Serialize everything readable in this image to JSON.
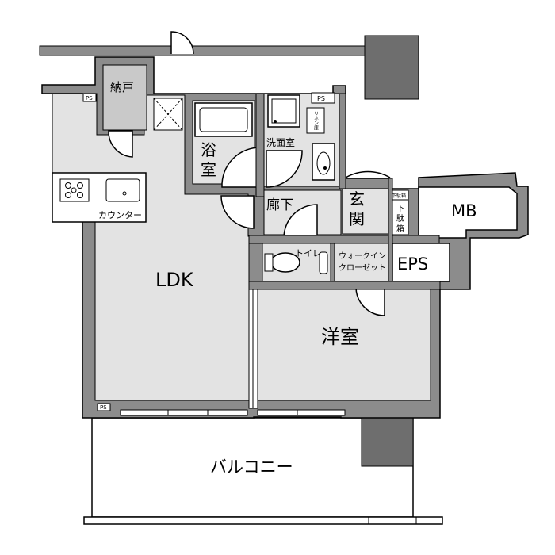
{
  "rooms": {
    "ldk": "LDK",
    "western_room": "洋室",
    "bath_1": "浴",
    "bath_2": "室",
    "washroom": "洗面室",
    "hallway": "廊下",
    "entrance_1": "玄",
    "entrance_2": "関",
    "storage": "納戸",
    "toilet": "トイレ",
    "walk_in_closet_1": "ウォークイン",
    "walk_in_closet_2": "クローゼット",
    "balcony": "バルコニー",
    "mb": "MB",
    "eps": "EPS",
    "counter": "カウンター"
  },
  "small_labels": {
    "ps_storage": "PS",
    "ps_washroom": "PS",
    "ps_bottom": "PS",
    "linen_shelf": "リネン庫",
    "shoe_box_top": "下駄箱",
    "shoe_box_side_1": "下",
    "shoe_box_side_2": "駄",
    "shoe_box_side_3": "箱"
  },
  "colors": {
    "wall": "#8c8c8c",
    "floor": "#e3e3e3",
    "storage_floor": "#c9c9c9",
    "dark_block": "#6e6e6e",
    "line": "#000000"
  }
}
